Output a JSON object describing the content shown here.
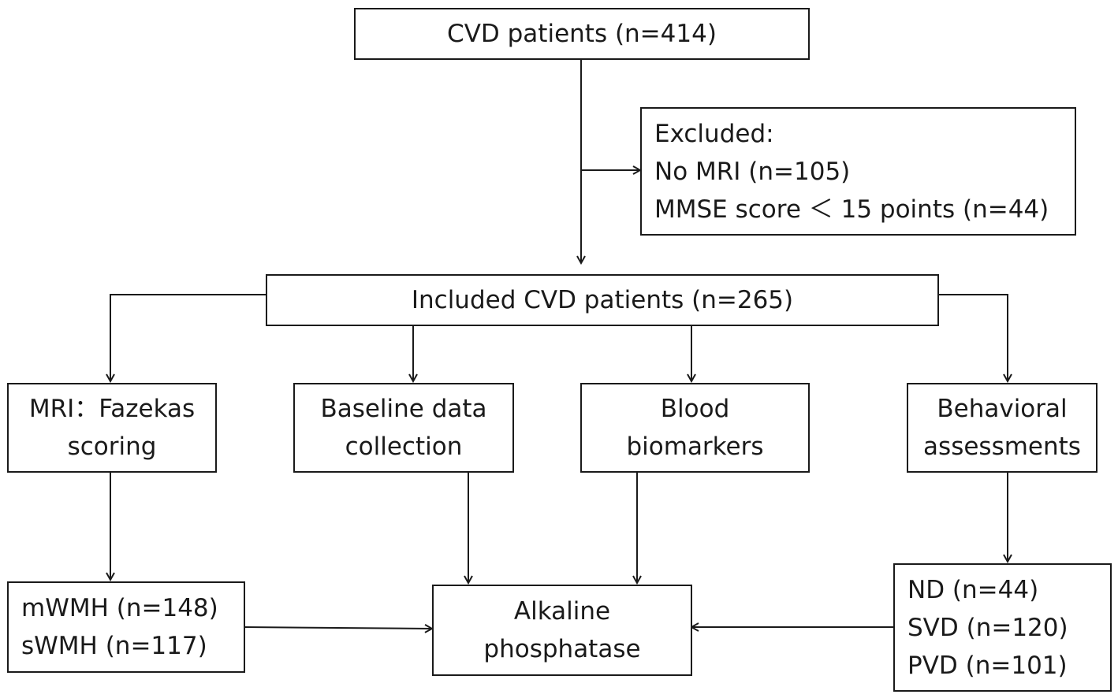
{
  "boxes": {
    "cvd": {
      "line1": "CVD patients (n=414)"
    },
    "excluded": {
      "line1": "Excluded:",
      "line2": "No MRI (n=105)",
      "line3": "MMSE score ＜ 15 points (n=44)"
    },
    "included": {
      "line1": "Included CVD patients (n=265)"
    },
    "mri": {
      "line1": "MRI：Fazekas",
      "line2": "scoring"
    },
    "baseline": {
      "line1": "Baseline data",
      "line2": "collection"
    },
    "blood": {
      "line1": "Blood",
      "line2": "biomarkers"
    },
    "behavioral": {
      "line1": "Behavioral",
      "line2": "assessments"
    },
    "wmh": {
      "line1": "mWMH (n=148)",
      "line2": "sWMH (n=117)"
    },
    "alp": {
      "line1": "Alkaline",
      "line2": "phosphatase"
    },
    "groups": {
      "line1": "ND (n=44)",
      "line2": "SVD (n=120)",
      "line3": "PVD (n=101)"
    }
  }
}
